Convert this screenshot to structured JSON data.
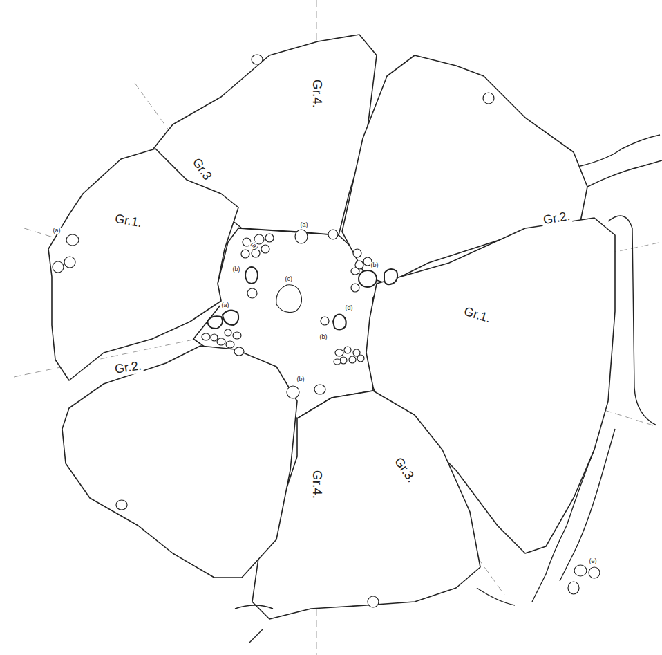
{
  "diagram": {
    "labels": [
      "Gr.4.",
      "Gr.3",
      "Gr.1.",
      "Gr.2.",
      "Gr.1.",
      "Gr.2.",
      "Gr.3.",
      "Gr.4.",
      "(a)",
      "(a)",
      "(a)",
      "(b)",
      "(c)",
      "(b)",
      "(d)",
      "(a)",
      "(b)",
      "(b)",
      "(e)"
    ]
  }
}
